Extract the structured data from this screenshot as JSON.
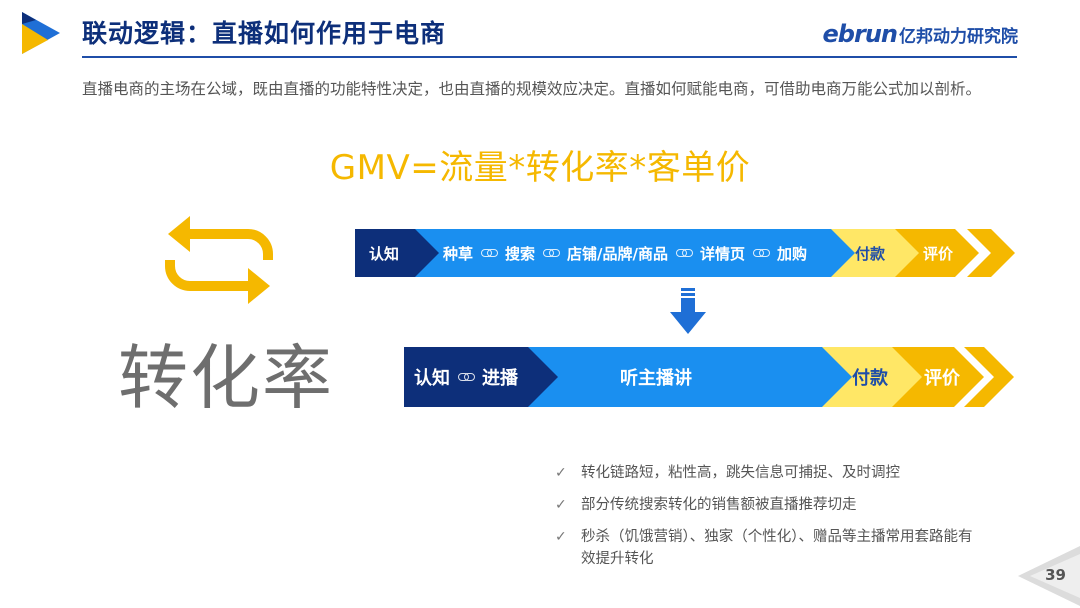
{
  "header": {
    "title": "联动逻辑：直播如何作用于电商",
    "brand_en": "ebrun",
    "brand_cn": "亿邦动力研究院"
  },
  "intro": "直播电商的主场在公域，既由直播的功能特性决定，也由直播的规模效应决定。直播如何赋能电商，可借助电商万能公式加以剖析。",
  "formula": "GMV=流量*转化率*客单价",
  "big_label": "转化率",
  "flow1": {
    "start": "认知",
    "steps": [
      "种草",
      "搜索",
      "店铺/品牌/商品",
      "详情页",
      "加购"
    ],
    "pay": "付款",
    "review": "评价"
  },
  "flow2": {
    "start": "认知",
    "step": "进播",
    "main": "听主播讲",
    "pay": "付款",
    "review": "评价"
  },
  "bullets": [
    "转化链路短，粘性高，跳失信息可捕捉、及时调控",
    "部分传统搜索转化的销售额被直播推荐切走",
    "秒杀（饥饿营销）、独家（个性化）、赠品等主播常用套路能有效提升转化"
  ],
  "check_glyph": "✓",
  "page_number": "39",
  "colors": {
    "navy": "#0d2f7a",
    "blue": "#1f6fd6",
    "light_blue": "#1a8ff0",
    "yellow": "#f5b800",
    "light_yellow": "#ffe766"
  }
}
